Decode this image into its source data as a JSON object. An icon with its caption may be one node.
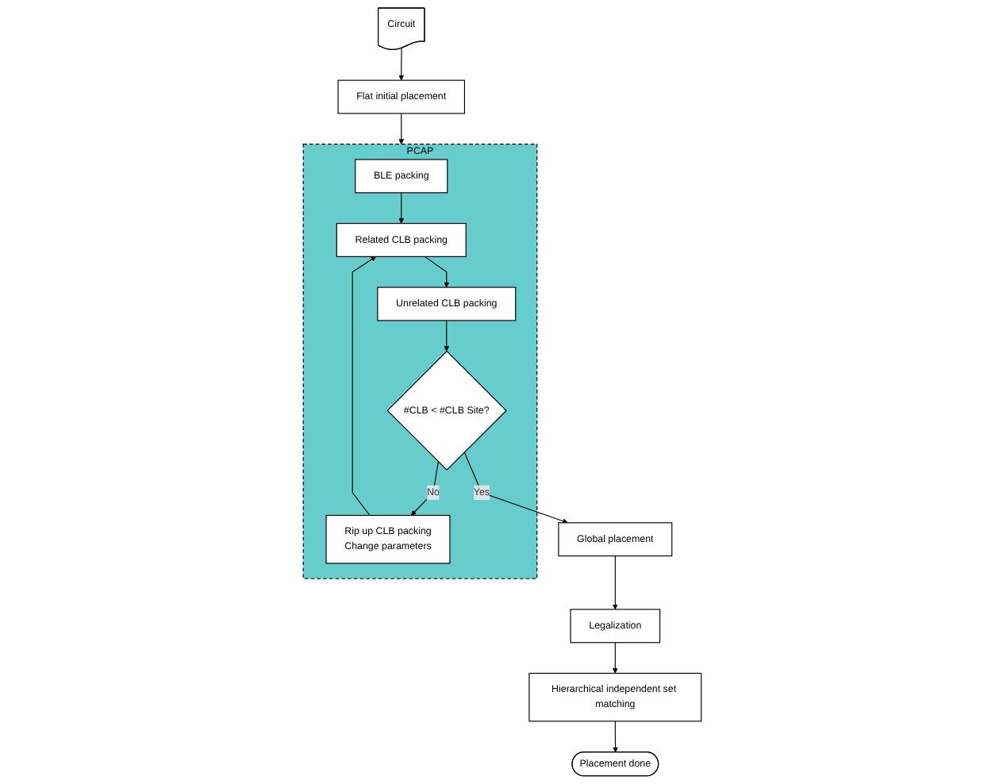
{
  "diagram": {
    "nodes": [
      {
        "text": [
          "Circuit"
        ]
      },
      {
        "text": [
          "Flat initial placement"
        ]
      },
      {
        "text": [
          "PCAP"
        ]
      },
      {
        "text": [
          "BLE packing"
        ],
        "in": 2
      },
      {
        "text": [
          "Related CLB packing"
        ],
        "in": 2
      },
      {
        "text": [
          "Unrelated CLB packing"
        ],
        "in": 2
      },
      {
        "text": [
          "#CLB < #CLB Site?"
        ],
        "in": 2
      },
      {
        "text": [
          "Rip up CLB packing",
          "Change parameters"
        ],
        "in": 2
      },
      {
        "text": [
          "Global placement"
        ]
      },
      {
        "text": [
          "Legalization"
        ]
      },
      {
        "text": [
          "Hierarchical independent set matching"
        ]
      },
      {
        "text": [
          "Placement done"
        ]
      }
    ],
    "edges": [
      {
        "from": 0,
        "to": 1,
        "arrow": "to"
      },
      {
        "from": 1,
        "to": 2,
        "arrow": "to"
      },
      {
        "from": 3,
        "to": 4,
        "arrow": "to"
      },
      {
        "from": 4,
        "to": 5,
        "arrow": "to"
      },
      {
        "from": 5,
        "to": 6,
        "arrow": "to"
      },
      {
        "from": 6,
        "to": 7,
        "arrow": "to",
        "label": "No"
      },
      {
        "from": 7,
        "to": 4,
        "arrow": "to"
      },
      {
        "from": 6,
        "to": 8,
        "arrow": "to",
        "label": "Yes"
      },
      {
        "from": 8,
        "to": 9,
        "arrow": "to"
      },
      {
        "from": 9,
        "to": 10,
        "arrow": "to"
      },
      {
        "from": 10,
        "to": 11,
        "arrow": "to"
      }
    ]
  }
}
